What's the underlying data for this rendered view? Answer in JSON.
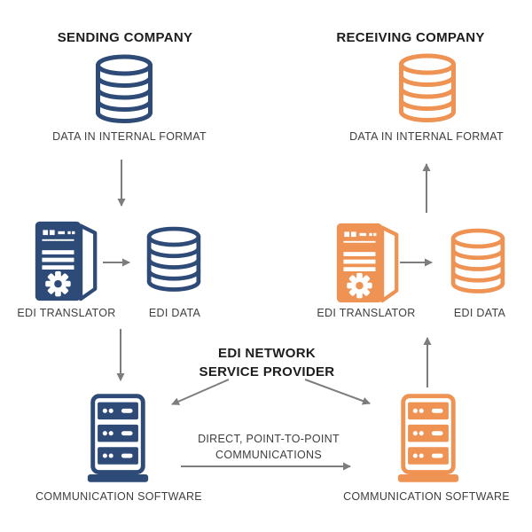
{
  "colors": {
    "navy": "#2e4b77",
    "orange": "#ee9353",
    "arrow": "#7d7d7d",
    "heading_text": "#1d1d1d",
    "label_text": "#3e3e3e",
    "background": "#ffffff"
  },
  "sending": {
    "title": "SENDING COMPANY",
    "internal_data_label": "DATA IN INTERNAL FORMAT",
    "translator_label": "EDI TRANSLATOR",
    "edi_data_label": "EDI DATA",
    "communication_label": "COMMUNICATION SOFTWARE",
    "icons": {
      "internal_data": "database-cylinder-icon",
      "translator": "server-tower-gear-icon",
      "edi_data": "database-cylinder-icon",
      "communication": "server-rack-icon"
    }
  },
  "receiving": {
    "title": "RECEIVING COMPANY",
    "internal_data_label": "DATA IN INTERNAL FORMAT",
    "translator_label": "EDI TRANSLATOR",
    "edi_data_label": "EDI DATA",
    "communication_label": "COMMUNICATION SOFTWARE",
    "icons": {
      "internal_data": "database-cylinder-icon",
      "translator": "server-tower-gear-icon",
      "edi_data": "database-cylinder-icon",
      "communication": "server-rack-icon"
    }
  },
  "center": {
    "provider_line1": "EDI NETWORK",
    "provider_line2": "SERVICE PROVIDER",
    "direct_line1": "DIRECT, POINT-TO-POINT",
    "direct_line2": "COMMUNICATIONS"
  }
}
